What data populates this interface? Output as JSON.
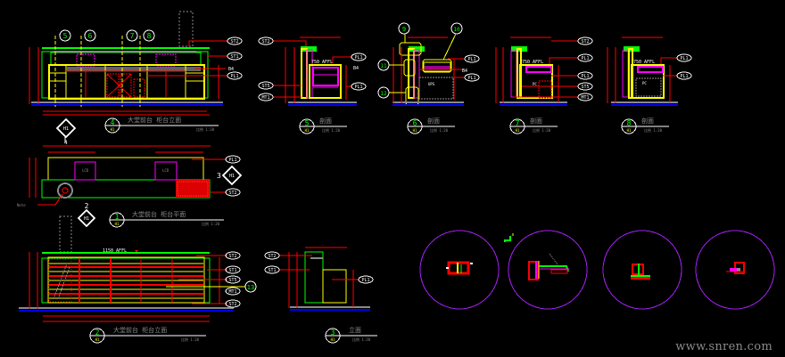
{
  "colors": {
    "background": "#000000",
    "red": "#ff0000",
    "yellow": "#ffff00",
    "green": "#00ff00",
    "magenta": "#ff00ff",
    "purple": "#a020f0",
    "white": "#ffffff",
    "gray": "#8a8a8a",
    "blue": "#0000ff"
  },
  "drawing": {
    "view_front_elevation": {
      "grid_bubbles": [
        "5",
        "6",
        "7",
        "8"
      ],
      "tags": [
        "ST2",
        "ST1",
        "PL1"
      ],
      "tag_side_label": "B4",
      "section_number": "4",
      "sheet_ref": "H1",
      "title": "大堂前台 柜台立面",
      "scale": "比例 1:20",
      "diamond_ref": "H1"
    },
    "view_plan": {
      "tags": [
        "PL1",
        "ST2"
      ],
      "callout_3_number": "3",
      "callout_3_ref": "H1",
      "callout_2_number": "2",
      "callout_2_ref": "H1",
      "section_number": "1",
      "sheet_ref": "H1",
      "title": "大堂前台 柜台平面",
      "scale": "比例 1:20",
      "left_note": "Note"
    },
    "view_back_elevation": {
      "height_note": "1150 AFFL",
      "tags": [
        "ST2",
        "ST1",
        "ST5",
        "MT1",
        "ST2"
      ],
      "grid_bubble": "13",
      "section_number": "2",
      "sheet_ref": "H1",
      "title": "大堂前台 柜台立面",
      "scale": "比例 1:20"
    },
    "section_5": {
      "tags": [
        "ST2",
        "ST5",
        "MT1",
        "PL1",
        "PL1"
      ],
      "side_label": "B4",
      "height_note": "750 AFFL",
      "number": "5",
      "sheet_ref": "H1",
      "title": "剖面",
      "scale": "比例 1:20"
    },
    "section_6": {
      "grid_bubbles": [
        "9",
        "10",
        "11",
        "12"
      ],
      "tags": [
        "PL1",
        "PL1"
      ],
      "side_label": "B4",
      "number": "6",
      "sheet_ref": "H1",
      "title": "剖面",
      "scale": "比例 1:20"
    },
    "section_7": {
      "tags": [
        "ST2",
        "PL1",
        "PL1",
        "ST5",
        "MT1"
      ],
      "height_note": "750 AFFL",
      "number": "7",
      "sheet_ref": "H1",
      "title": "剖面",
      "scale": "比例 1:20"
    },
    "section_8": {
      "tags": [
        "PL1",
        "PL1"
      ],
      "height_note": "750 AFFL",
      "number": "8",
      "sheet_ref": "H1",
      "title": "剖面",
      "scale": "比例 1:20"
    },
    "section_3": {
      "tags": [
        "ST2",
        "ST1",
        "PL1"
      ],
      "number": "3",
      "sheet_ref": "H1",
      "title": "立面",
      "scale": "比例 1:20"
    },
    "detail_circles": [
      "detail-1",
      "detail-2",
      "detail-3",
      "detail-4"
    ]
  },
  "watermark": "www.snren.com"
}
